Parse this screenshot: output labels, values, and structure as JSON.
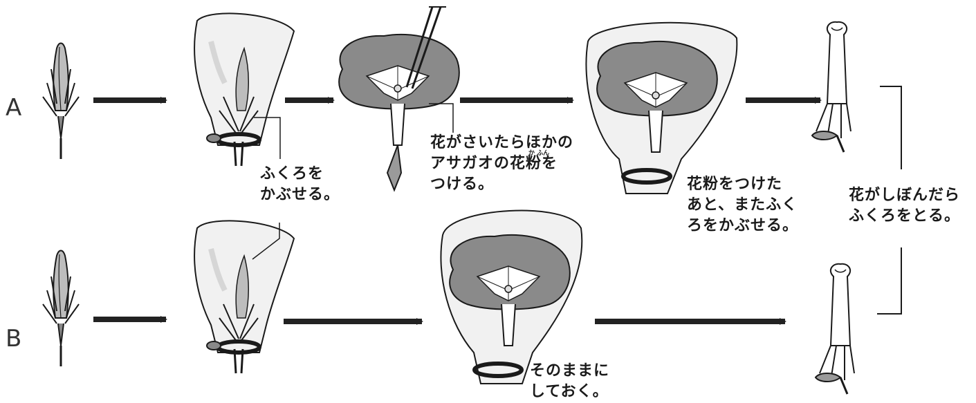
{
  "rows": {
    "a": {
      "label": "A"
    },
    "b": {
      "label": "B"
    }
  },
  "captions": {
    "bag_on": "ふくろを\nかぶせる。",
    "pollinate": "花がさいたらほかの\nアサガオの花粉を\nつける。",
    "pollen_ruby": "か ふん",
    "rebag": "花粉をつけた\nあと、またふく\nろをかぶせる。",
    "remove_bag": "花がしぼんだら\nふくろをとる。",
    "leave_as_is": "そのままに\nしておく。"
  },
  "colors": {
    "ink": "#1a1a1a",
    "petal": "#8a8a8a",
    "petal_light": "#c8c8c8",
    "bag": "#f1f1f1",
    "arrow": "#222222"
  }
}
